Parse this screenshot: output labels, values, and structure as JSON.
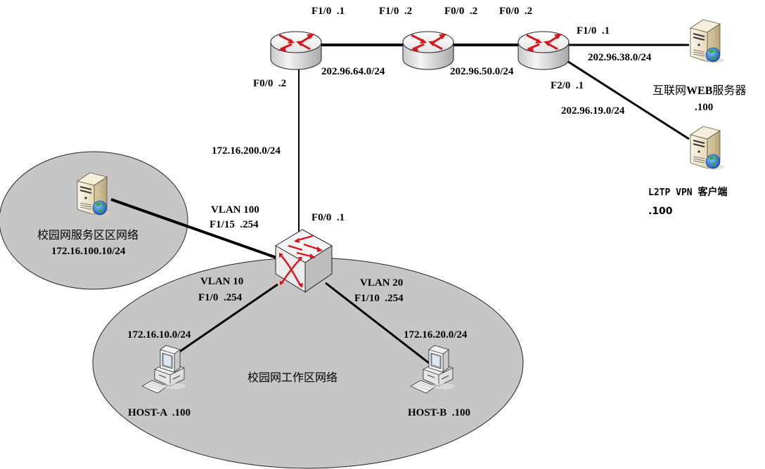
{
  "zones": {
    "service": {
      "name": "校园网服务区区网络",
      "subnet": "172.16.100.10/24"
    },
    "work": {
      "name": "校园网工作区网络"
    }
  },
  "devices": {
    "router1": {
      "type": "router",
      "top_port": "F1/0  .1",
      "bottom_port": "F0/0  .2"
    },
    "router2": {
      "type": "router",
      "left_port": "F1/0  .2",
      "right_port": "F0/0  .2"
    },
    "router3": {
      "type": "router",
      "left_port": "F0/0  .2",
      "right_port": "F1/0  .1",
      "down_port": "F2/0  .1"
    },
    "switch": {
      "type": "layer3-switch",
      "uplink_port": "F0/0  .1"
    },
    "web_server": {
      "type": "server",
      "name_cn": "互联网",
      "name_bold": "WEB",
      "name_cn2": "服务器",
      "ip": ".100"
    },
    "vpn_client": {
      "type": "server",
      "name_mono": "L2TP VPN ",
      "name_cn": "客户端",
      "ip": ".100"
    },
    "service_server": {
      "type": "server"
    },
    "host_a": {
      "type": "pc",
      "label": "HOST-A  .100"
    },
    "host_b": {
      "type": "pc",
      "label": "HOST-B  .100"
    }
  },
  "links": {
    "r1_r2": {
      "subnet": "202.96.64.0/24"
    },
    "r2_r3": {
      "subnet": "202.96.50.0/24"
    },
    "r3_web": {
      "subnet": "202.96.38.0/24"
    },
    "r3_vpn": {
      "subnet": "202.96.19.0/24"
    },
    "r1_switch": {
      "subnet": "172.16.200.0/24"
    },
    "switch_service": {
      "vlan": "VLAN 100",
      "port": "F1/15  .254"
    },
    "switch_host_a": {
      "vlan": "VLAN 10",
      "port": "F1/0  .254",
      "subnet": "172.16.10.0/24"
    },
    "switch_host_b": {
      "vlan": "VLAN 20",
      "port": "F1/10  .254",
      "subnet": "172.16.20.0/24"
    }
  },
  "colors": {
    "zone_fill": "#c6c6c6",
    "arrow_red": "#d8141c",
    "device_light": "#f2f2f2",
    "device_shadow": "#b9b9b9",
    "server_beige": "#ede2c6"
  }
}
